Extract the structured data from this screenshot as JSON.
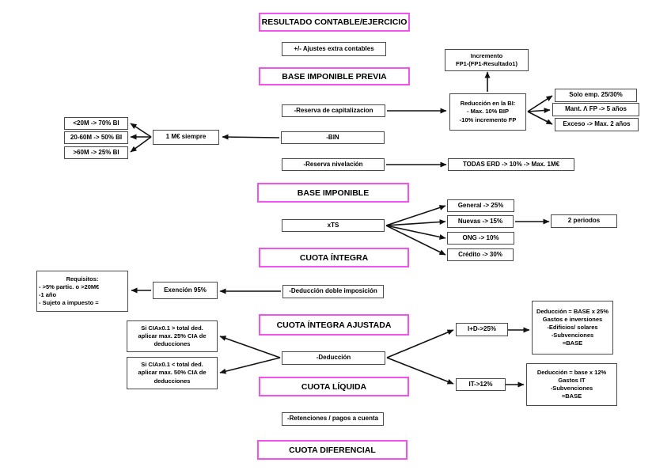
{
  "colors": {
    "title_border": "#f452ee",
    "node_border": "#4a4a4a",
    "arrow": "#111111",
    "background": "#ffffff"
  },
  "titles": {
    "resultado": "RESULTADO CONTABLE/EJERCICIO",
    "base_imponible_previa": "BASE IMPONIBLE PREVIA",
    "base_imponible": "BASE IMPONIBLE",
    "cuota_integra": "CUOTA ÍNTEGRA",
    "cuota_integra_ajustada": "CUOTA ÍNTEGRA AJUSTADA",
    "cuota_liquida": "CUOTA LÍQUIDA",
    "cuota_diferencial": "CUOTA DIFERENCIAL"
  },
  "nodes": {
    "ajustes": {
      "text": "+/- Ajustes extra contables"
    },
    "reserva_capitalizacion": {
      "text": "-Reserva de capitalizacion"
    },
    "bin": {
      "text": "-BIN"
    },
    "reserva_nivelacion": {
      "text": "-Reserva nivelación"
    },
    "xts": {
      "text": "xTS"
    },
    "deduccion_doble": {
      "text": "-Deducción doble imposición"
    },
    "deduccion": {
      "text": "-Deducción"
    },
    "retenciones": {
      "text": "-Retenciones / pagos a cuenta"
    },
    "incremento": {
      "lines": [
        "Incremento",
        "FP1-(FP1-Resultado1)"
      ]
    },
    "reduccion_bi": {
      "lines": [
        "Reducción en la BI:",
        "- Max. 10% BIP",
        "-10% incremento FP"
      ]
    },
    "solo_emp": {
      "text": "Solo emp. 25/30%"
    },
    "mant_fp": {
      "text": "Mant. Λ FP -> 5 años"
    },
    "exceso": {
      "text": "Exceso -> Max. 2 años"
    },
    "todas_erd": {
      "text": "TODAS ERD -> 10% -> Max. 1M€"
    },
    "general": {
      "text": "General -> 25%"
    },
    "nuevas": {
      "text": "Nuevas -> 15%"
    },
    "ong": {
      "text": "ONG -> 10%"
    },
    "credito": {
      "text": "Crédito -> 30%"
    },
    "periodos": {
      "text": "2 periodos"
    },
    "m20": {
      "text": "<20M -> 70% BI"
    },
    "m20_60": {
      "text": "20-60M -> 50% BI"
    },
    "m60": {
      "text": ">60M -> 25% BI"
    },
    "siempre": {
      "text": "1 M€ siempre"
    },
    "requisitos": {
      "lines": [
        "Requisitos:",
        "- >5% partic. o >20M€",
        "-1 año",
        "- Sujeto a impuesto ="
      ]
    },
    "exencion": {
      "text": "Exención 95%"
    },
    "cia_25": {
      "lines": [
        "Si CIAx0.1 > total ded.",
        "aplicar max. 25% CIA de",
        "deducciones"
      ]
    },
    "cia_50": {
      "lines": [
        "Si CIAx0.1 < total ded.",
        "aplicar max. 50% CIA de",
        "deducciones"
      ]
    },
    "id_25": {
      "text": "I+D->25%"
    },
    "deduccion_id": {
      "lines": [
        "Deducción = BASE x 25%",
        "Gastos e inversiones",
        "-Edificios/ solares",
        "-Subvenciones",
        "=BASE"
      ]
    },
    "it_12": {
      "text": "IT->12%"
    },
    "deduccion_it": {
      "lines": [
        "Deducción = base x 12%",
        "Gastos IT",
        "-Subvenciones",
        "=BASE"
      ]
    }
  }
}
